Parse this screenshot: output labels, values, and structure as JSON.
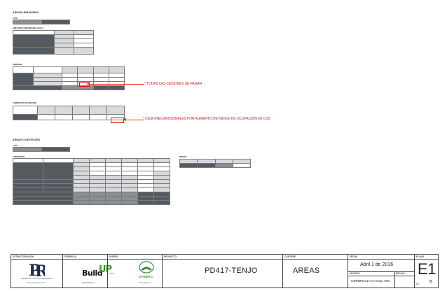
{
  "sections": {
    "areas_urbanismo": "AREAS URBANISMO",
    "lote1": "LOTE",
    "area_urbanizable": "AREA NETA URBANIZABLE (A.N.U)",
    "cesiones": "CESIONES",
    "aumento": "AUMENTO DE OCUPACIÓN",
    "areas_construido": "AREAS CONSTRUIDO",
    "lote2": "LOTE",
    "construido": "CONSTRUIDO",
    "indices": "INDICES"
  },
  "notes": {
    "note1": "* TODAS LAS CESIONES SE PAGAN",
    "note2": "* CESIONES ADICIONALES POR AUMENTO DE INDICE DE OCUPACIÓN DE 0.30"
  },
  "title_block": {
    "labels": {
      "estructuracion": "ESTRUCTURACIÓN",
      "gerencia": "GERENCIA",
      "diseno": "DISEÑO",
      "proyecto": "PROYECTO",
      "contiene": "CONTIENE",
      "fecha": "FECHA",
      "plano": "PLANO",
      "archivo": "ARCHIVO",
      "escala": "ESCALA"
    },
    "project": "PD417-TENJO",
    "contents": "AREAS",
    "date": "Abril 1 de 2016",
    "file": "ODPBPD417AX-Esq1-V06",
    "sheet": "E1",
    "de_label": "DE",
    "total_sheets": "5",
    "logo1_caption": "PLANEACIÓN Y RECURSOS INMOBILIARIOS",
    "logo1_url": "www.prplaneacion.com",
    "logo2_text_a": "Build",
    "logo2_text_b": "UP",
    "logo2_sub": "RUEDA",
    "logo2_url": "www.buildup.co",
    "logo3_text": "OTEBAC",
    "logo3_url": "www.otebac.co"
  },
  "colors": {
    "dark_header": "#555a61",
    "mid_header": "#8a8f96",
    "light_fill": "#d7d9dc",
    "annotation_red": "#d42020",
    "accent_green": "#2f8a34"
  }
}
